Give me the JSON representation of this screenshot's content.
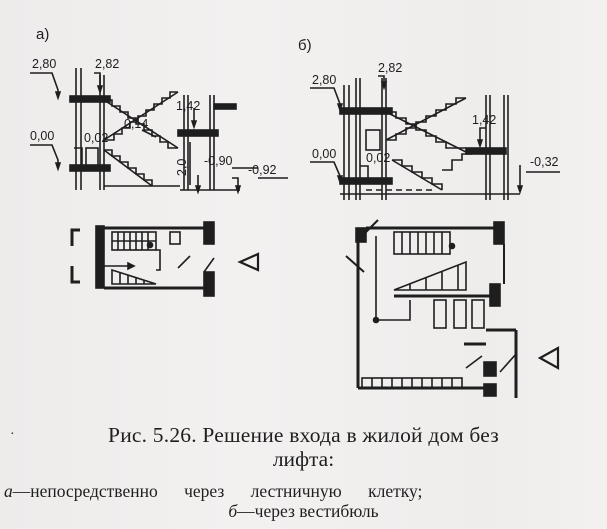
{
  "panels": {
    "a": "а)",
    "b": "б)"
  },
  "elevation_a": {
    "labels": [
      "2,80",
      "2,82",
      "1,42",
      "0,14",
      "0,00",
      "0,02",
      "2,0",
      "-0,90",
      "-0,92"
    ]
  },
  "elevation_b": {
    "labels": [
      "2,80",
      "2,82",
      "1,42",
      "0,00",
      "0,02",
      "-0,32"
    ]
  },
  "caption": {
    "bullet": "·",
    "title_line1": "Рис. 5.26. Решение входа в жилой дом без",
    "title_line2": "лифта:",
    "item_a_letter": "а",
    "item_a_text": "—непосредственно через лестничную клетку;",
    "item_b_letter": "б",
    "item_b_text": "—через вестибюль"
  }
}
